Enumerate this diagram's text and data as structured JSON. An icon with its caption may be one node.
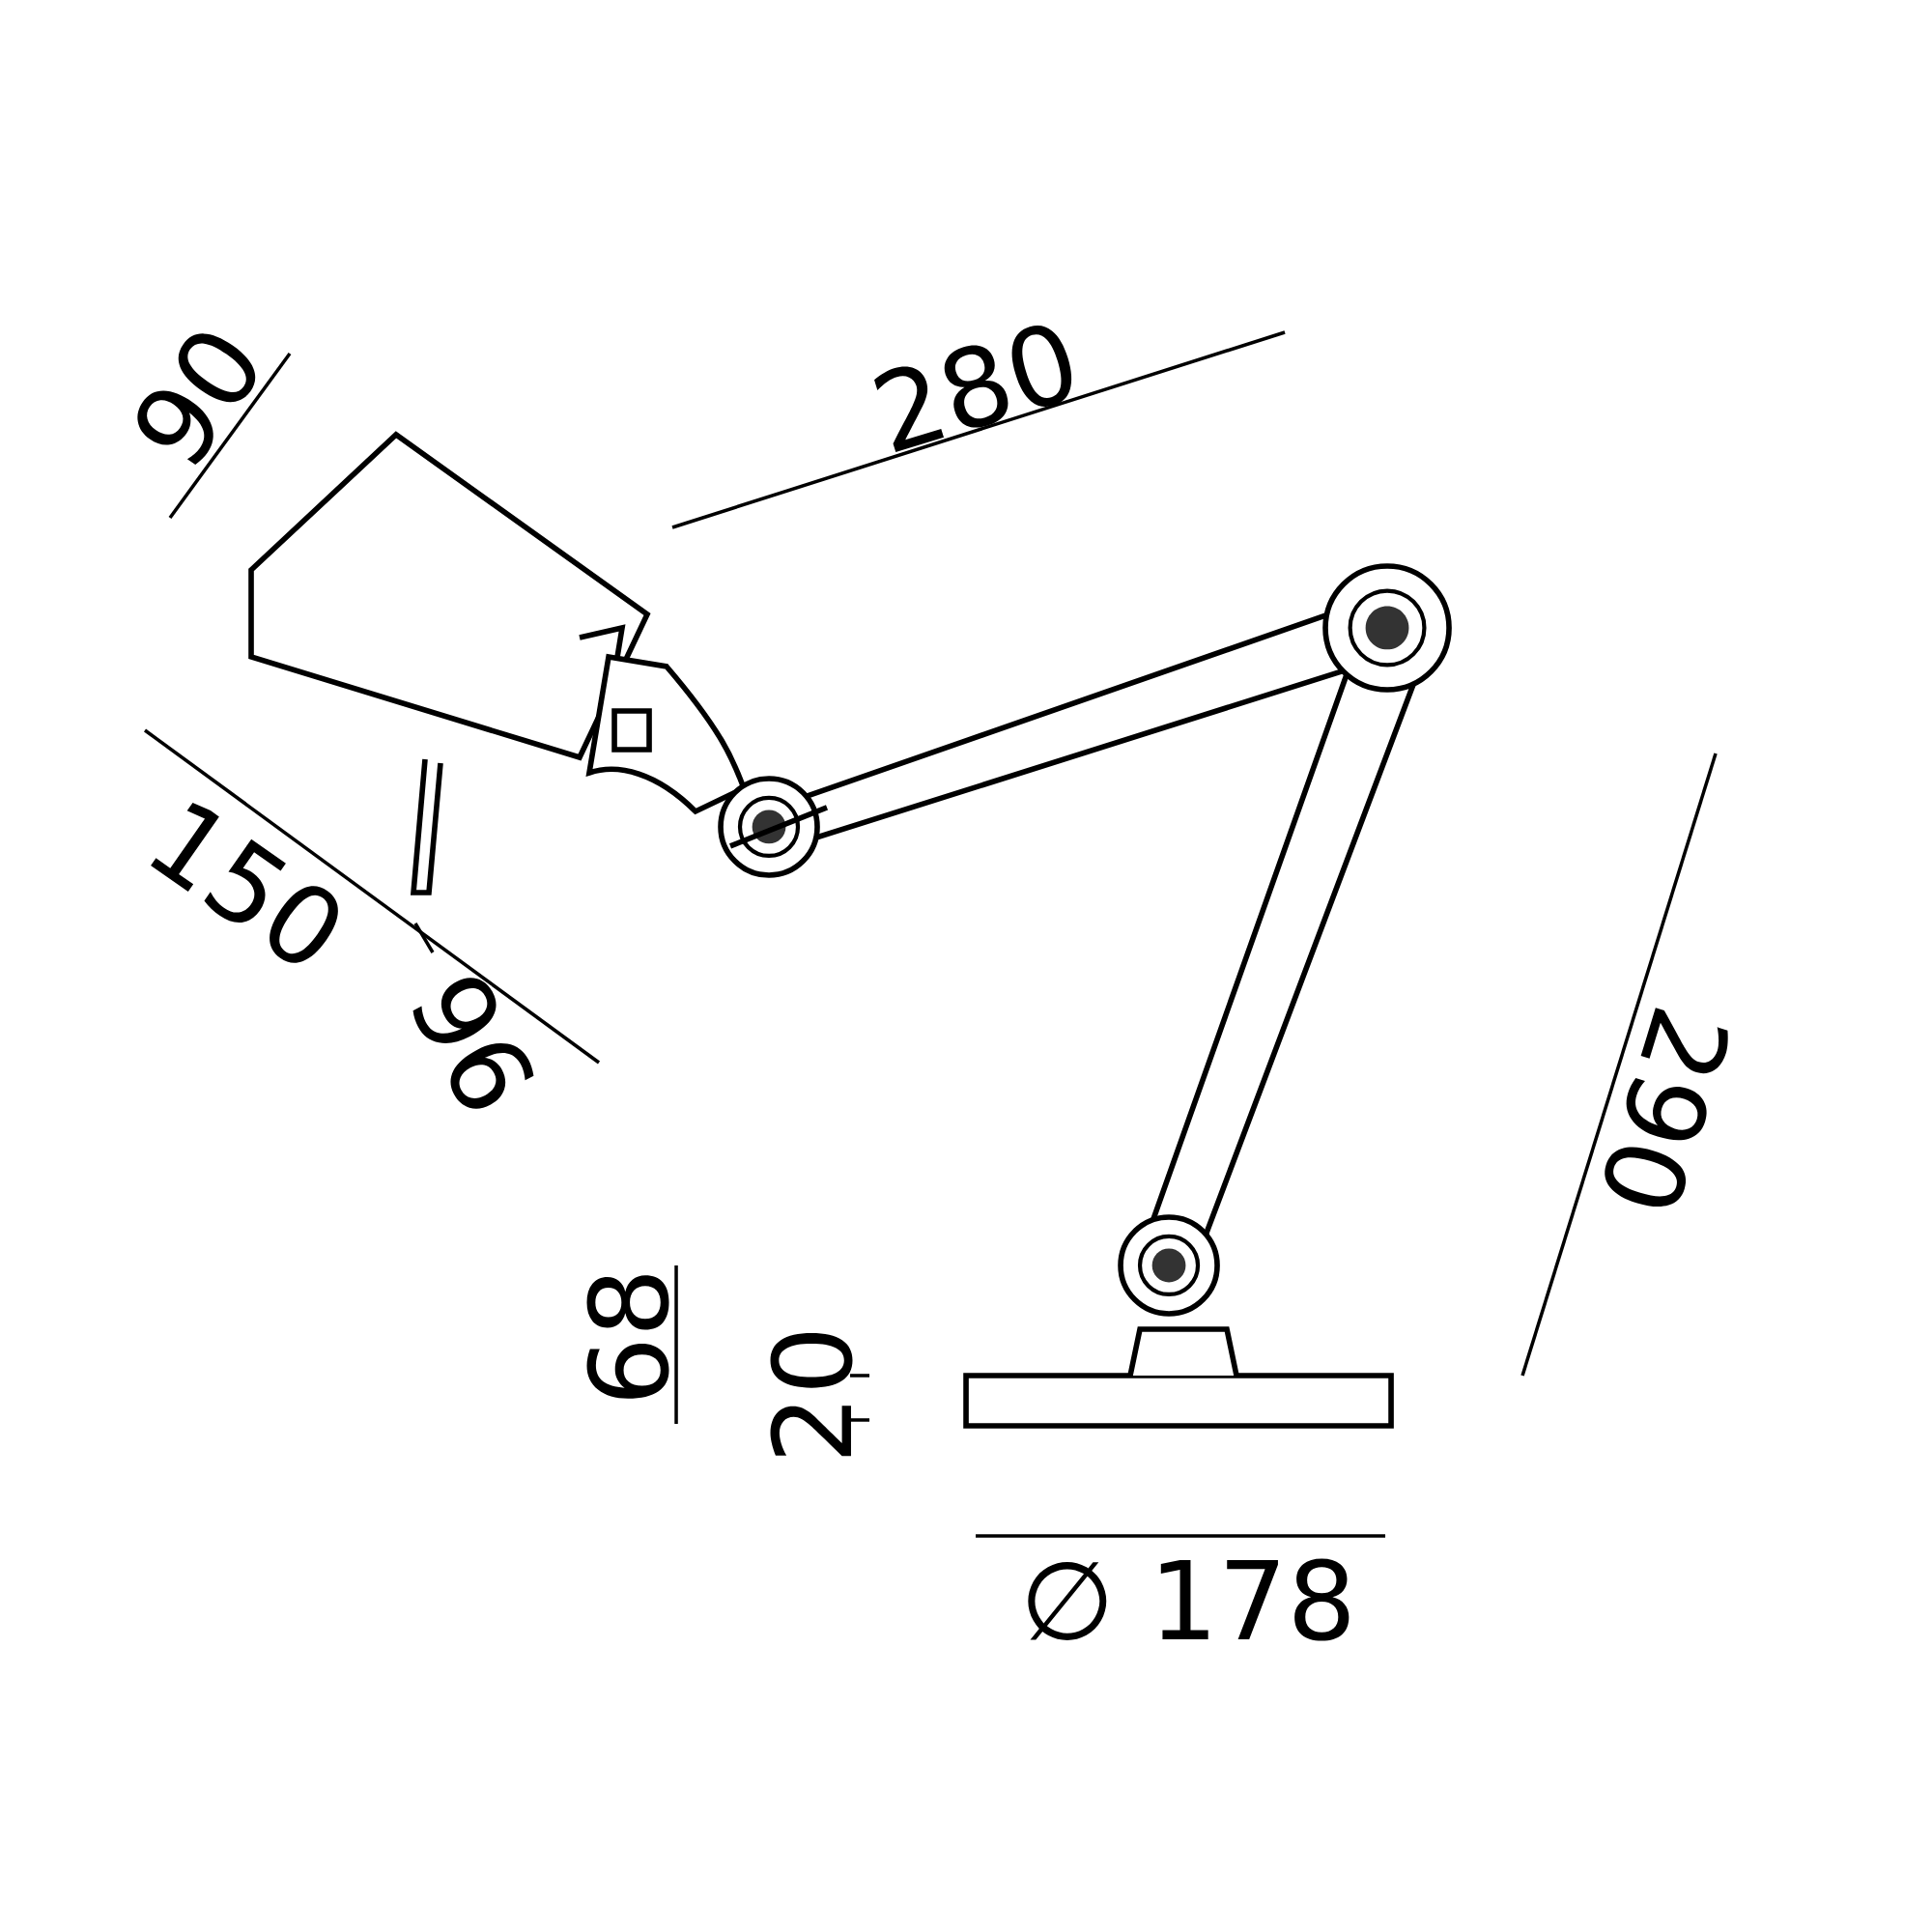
{
  "diagram": {
    "labels": [
      "280",
      "90",
      "150",
      "96",
      "290",
      "68",
      "20",
      "∅ 178"
    ]
  }
}
